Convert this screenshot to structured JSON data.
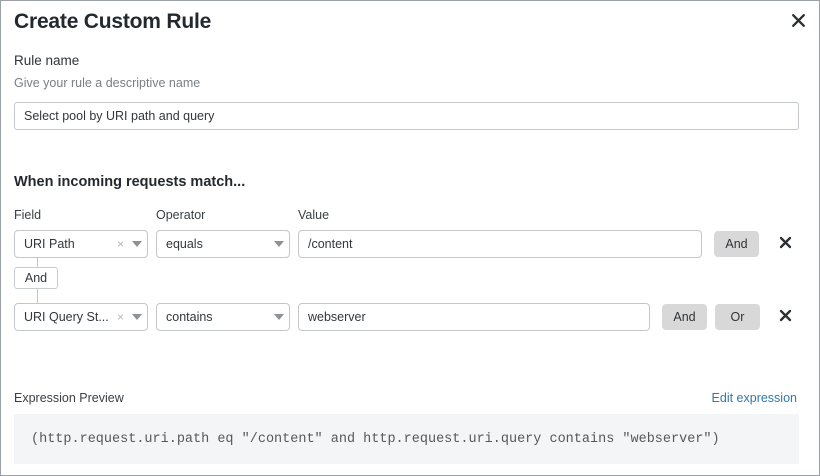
{
  "dialog": {
    "title": "Create Custom Rule",
    "close_icon": "close-icon"
  },
  "rule_name": {
    "label": "Rule name",
    "help": "Give your rule a descriptive name",
    "value": "Select pool by URI path and query",
    "placeholder": ""
  },
  "match": {
    "heading": "When incoming requests match...",
    "columns": {
      "field": "Field",
      "operator": "Operator",
      "value": "Value"
    },
    "connector_label": "And",
    "rows": [
      {
        "field": "URI Path",
        "operator": "equals",
        "value": "/content",
        "buttons": [
          "And"
        ],
        "and_label": "And",
        "remove_icon": "close-icon"
      },
      {
        "field": "URI Query St...",
        "operator": "contains",
        "value": "webserver",
        "buttons": [
          "And",
          "Or"
        ],
        "and_label": "And",
        "or_label": "Or",
        "remove_icon": "close-icon"
      }
    ]
  },
  "expression": {
    "label": "Expression Preview",
    "edit_link": "Edit expression",
    "code": "(http.request.uri.path eq \"/content\" and http.request.uri.query contains \"webserver\")"
  },
  "colors": {
    "accent_link": "#3179ab",
    "logic_button_bg": "#d8d8d8",
    "code_bg": "#f4f5f6",
    "border": "#c4c7ca"
  }
}
